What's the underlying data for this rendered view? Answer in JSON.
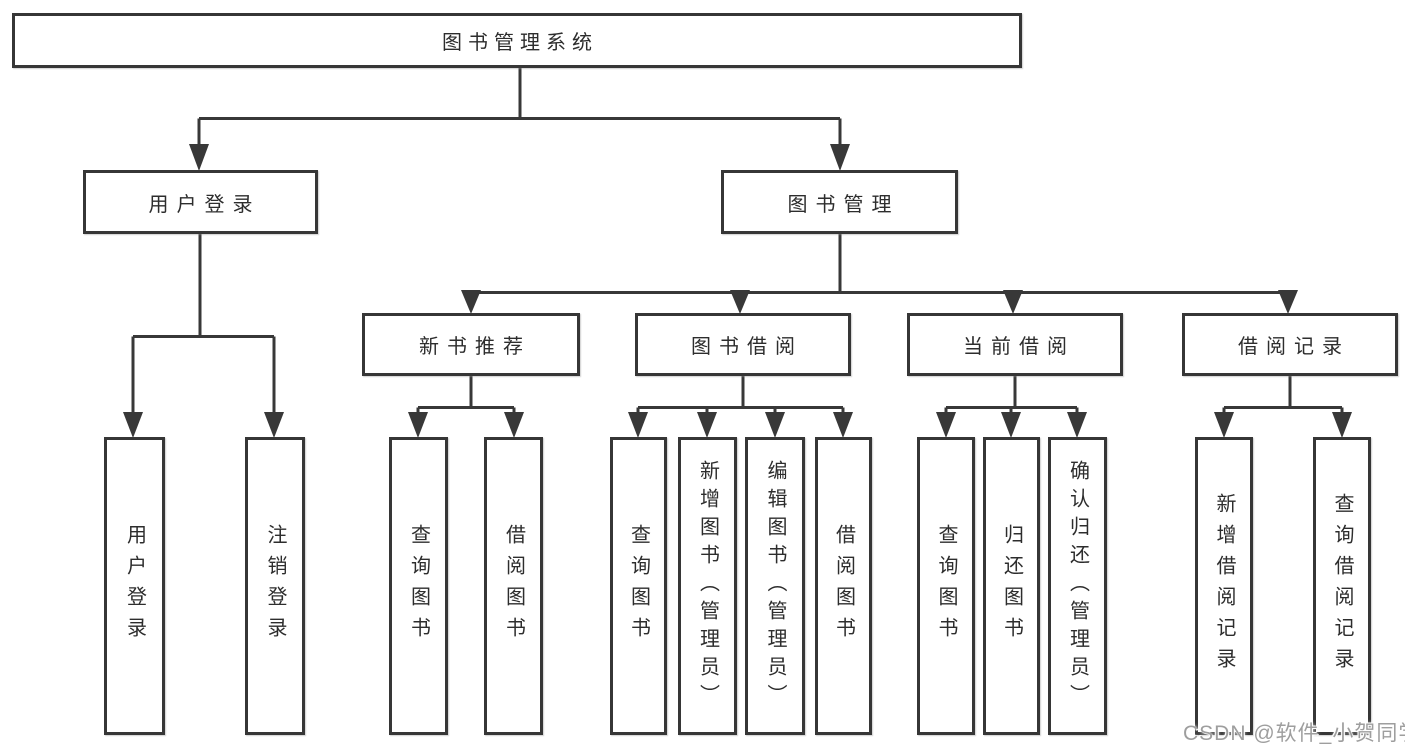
{
  "tree": {
    "root": {
      "label": "图书管理系统",
      "children": [
        {
          "label": "用户登录",
          "children": [
            {
              "label": "用户登录"
            },
            {
              "label": "注销登录"
            }
          ]
        },
        {
          "label": "图书管理",
          "children": [
            {
              "label": "新书推荐",
              "children": [
                {
                  "label": "查询图书"
                },
                {
                  "label": "借阅图书"
                }
              ]
            },
            {
              "label": "图书借阅",
              "children": [
                {
                  "label": "查询图书"
                },
                {
                  "label": "新增图书（管理员）"
                },
                {
                  "label": "编辑图书（管理员）"
                },
                {
                  "label": "借阅图书"
                }
              ]
            },
            {
              "label": "当前借阅",
              "children": [
                {
                  "label": "查询图书"
                },
                {
                  "label": "归还图书"
                },
                {
                  "label": "确认归还（管理员）"
                }
              ]
            },
            {
              "label": "借阅记录",
              "children": [
                {
                  "label": "新增借阅记录"
                },
                {
                  "label": "查询借阅记录"
                }
              ]
            }
          ]
        }
      ]
    }
  },
  "watermark": {
    "text": "CSDN @软件_小贺同学",
    "color": "#9e9e9e"
  },
  "colors": {
    "background": "#ffffff",
    "line": "#383838",
    "box_border": "#363636",
    "text": "#2d2d2d"
  }
}
